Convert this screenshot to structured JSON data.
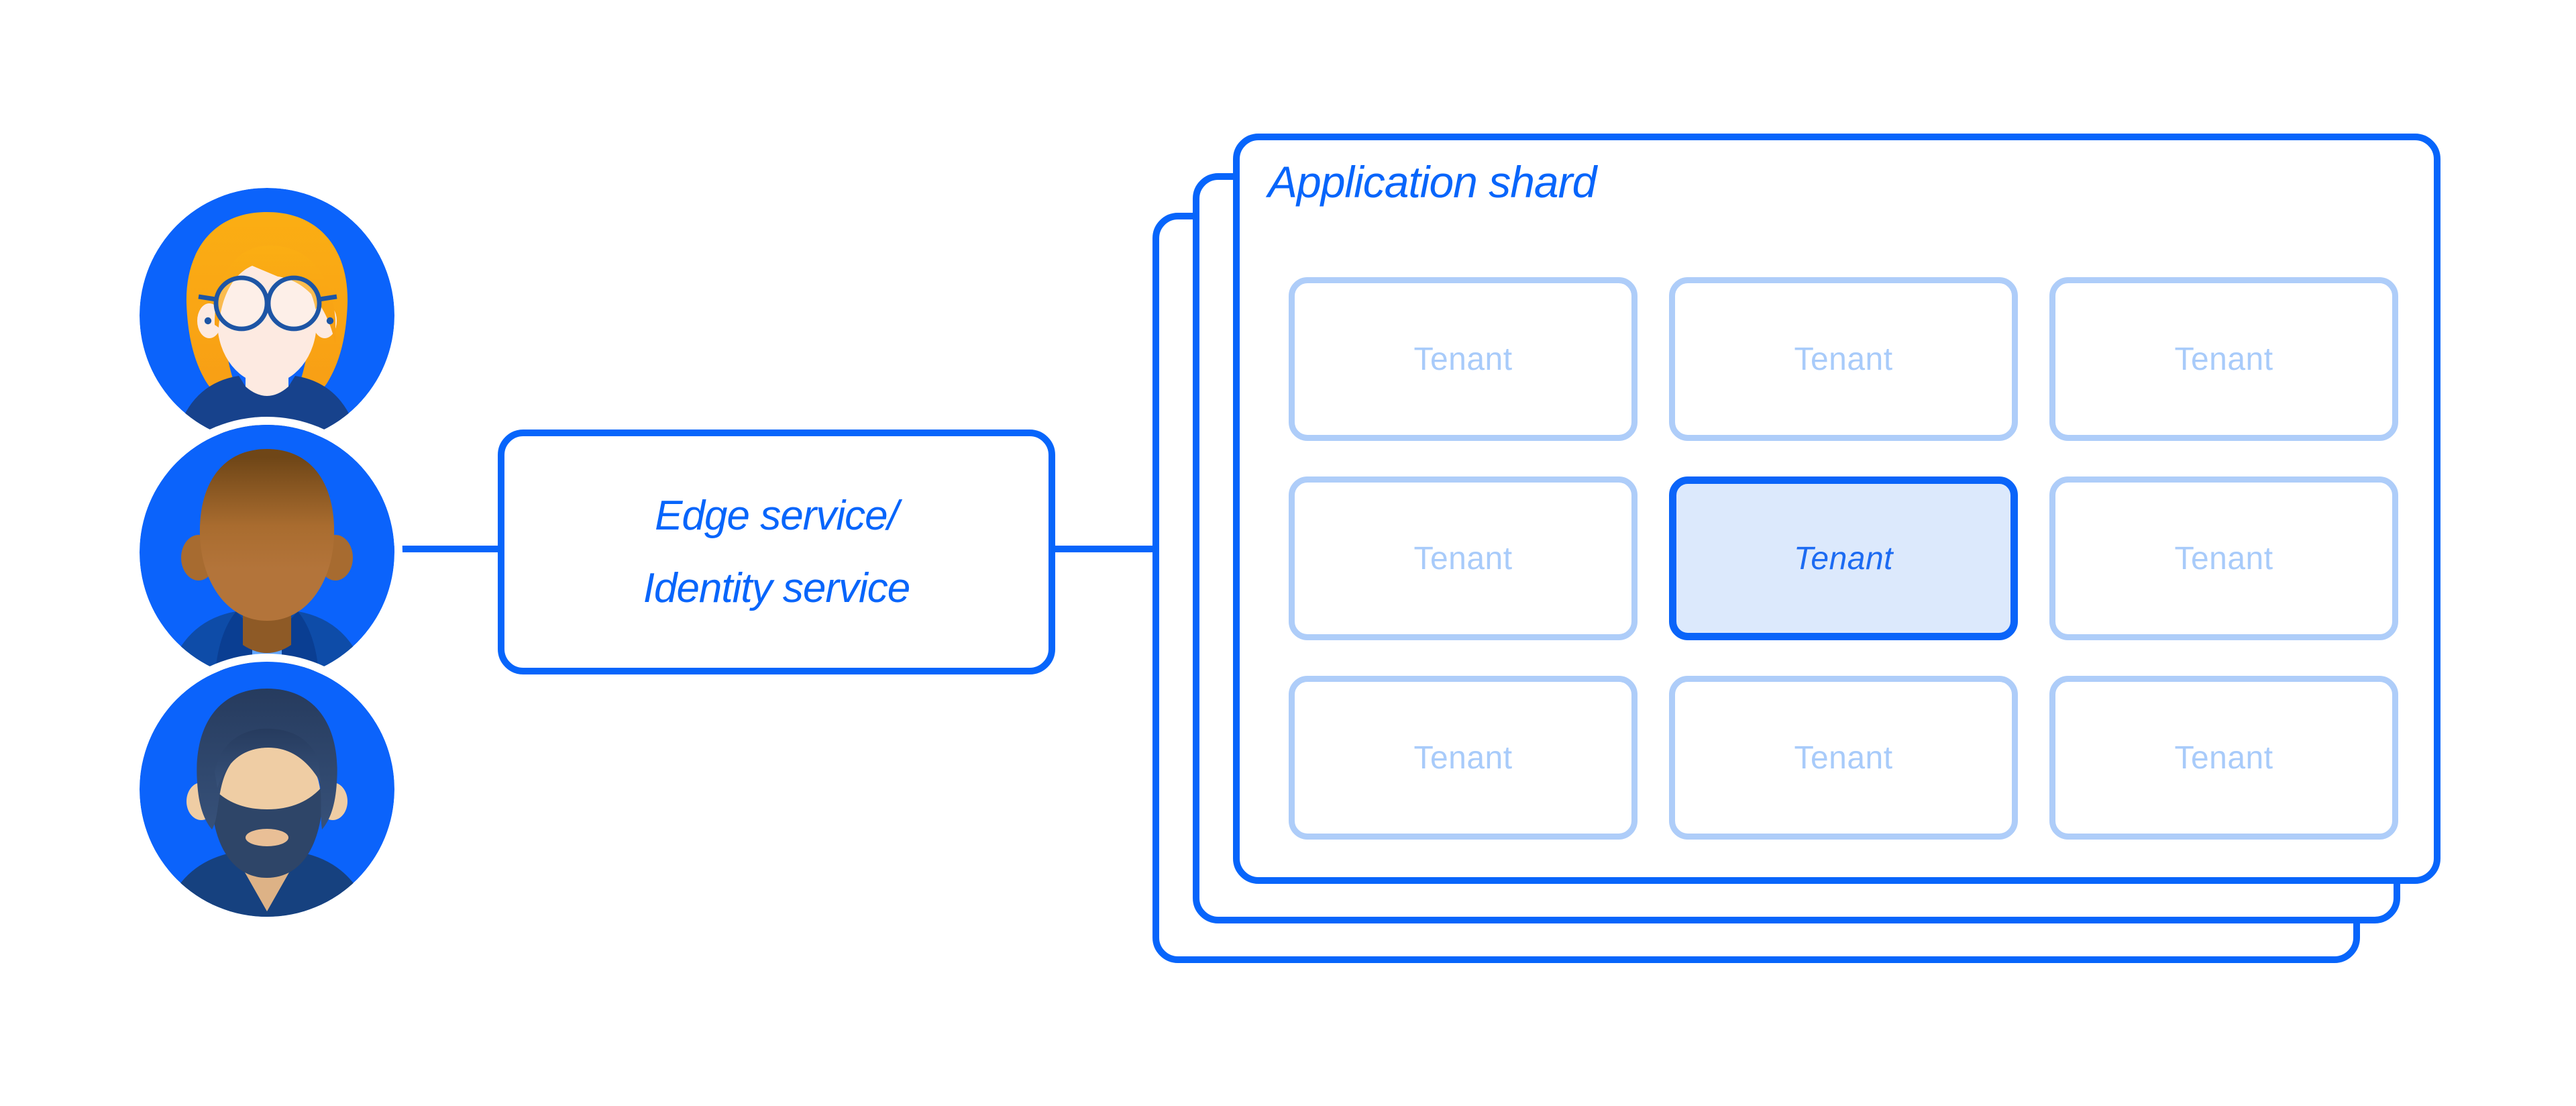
{
  "diagram": {
    "avatars": [
      {
        "icon": "avatar-woman-glasses-icon"
      },
      {
        "icon": "avatar-bald-man-icon"
      },
      {
        "icon": "avatar-bearded-man-icon"
      }
    ],
    "edge_service": {
      "line1": "Edge service/",
      "line2": "Identity service"
    },
    "application_shard": {
      "title": "Application shard",
      "stacked_panels": 3,
      "tenants": [
        {
          "label": "Tenant",
          "highlighted": false
        },
        {
          "label": "Tenant",
          "highlighted": false
        },
        {
          "label": "Tenant",
          "highlighted": false
        },
        {
          "label": "Tenant",
          "highlighted": false
        },
        {
          "label": "Tenant",
          "highlighted": true
        },
        {
          "label": "Tenant",
          "highlighted": false
        },
        {
          "label": "Tenant",
          "highlighted": false
        },
        {
          "label": "Tenant",
          "highlighted": false
        },
        {
          "label": "Tenant",
          "highlighted": false
        }
      ]
    },
    "colors": {
      "accent": "#0765FB",
      "avatar_circle": "#0B63FB",
      "tenant_border": "#AECDF9",
      "tenant_text": "#A8CBFA",
      "highlight_fill": "#DCE9FC",
      "highlight_border": "#0A64F9",
      "highlight_text": "#1C6BF2",
      "background": "#FFFFFF",
      "woman_hair": "#FAA61E",
      "woman_skin": "#FDEAE1",
      "woman_shirt": "#17428C",
      "glasses": "#1D55A5",
      "man_bald_skin": "#B3743A",
      "man_bald_neck": "#8E5A26",
      "man_bald_jacket": "#0E4CA8",
      "man_bald_collar": "#61A5FF",
      "man_beard_hair": "#2E4568",
      "man_beard_skin": "#EFCDA4",
      "man_beard_shirt": "#16417F"
    }
  }
}
